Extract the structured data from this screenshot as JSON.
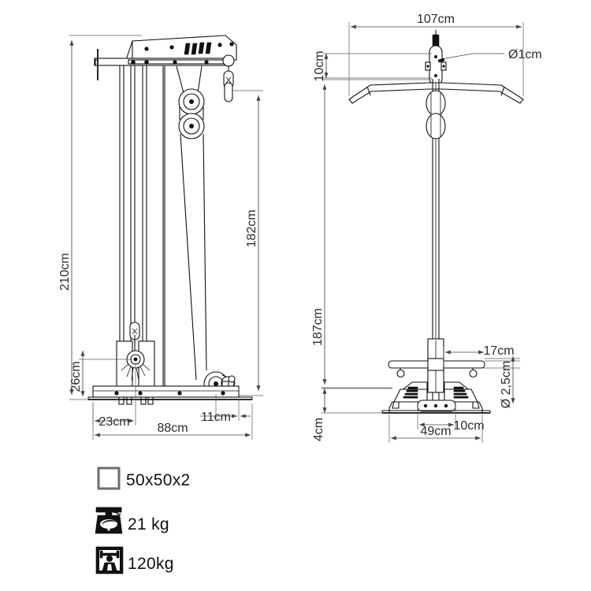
{
  "drawing": {
    "title": "Lat pulldown / cable machine technical drawing",
    "background_color": "#ffffff",
    "line_color": "#111111",
    "dimension_color": "#444444",
    "views": [
      {
        "name": "front-elevation",
        "position": "left"
      },
      {
        "name": "side-elevation",
        "position": "right"
      }
    ]
  },
  "front_view": {
    "dimensions": {
      "total_height": "210cm",
      "cable_drop_height": "182cm",
      "weight_stack_height": "26cm",
      "stack_offset": "23cm",
      "pulley_offset": "11cm",
      "base_width": "88cm"
    }
  },
  "side_view": {
    "dimensions": {
      "bar_width": "107cm",
      "top_bracket_height": "10cm",
      "cable_diameter": "Ø1cm",
      "column_height": "187cm",
      "base_plate_height": "4cm",
      "foot_plate_offset": "17cm",
      "handle_bar_diameter": "Ø 2,5cm",
      "inner_base_width": "10cm",
      "base_depth": "49cm"
    }
  },
  "legend": {
    "items": [
      {
        "icon": "square-profile-icon",
        "label": "50x50x2"
      },
      {
        "icon": "weight-scale-icon",
        "label": "21 kg"
      },
      {
        "icon": "bench-press-icon",
        "label": "120kg"
      }
    ]
  }
}
